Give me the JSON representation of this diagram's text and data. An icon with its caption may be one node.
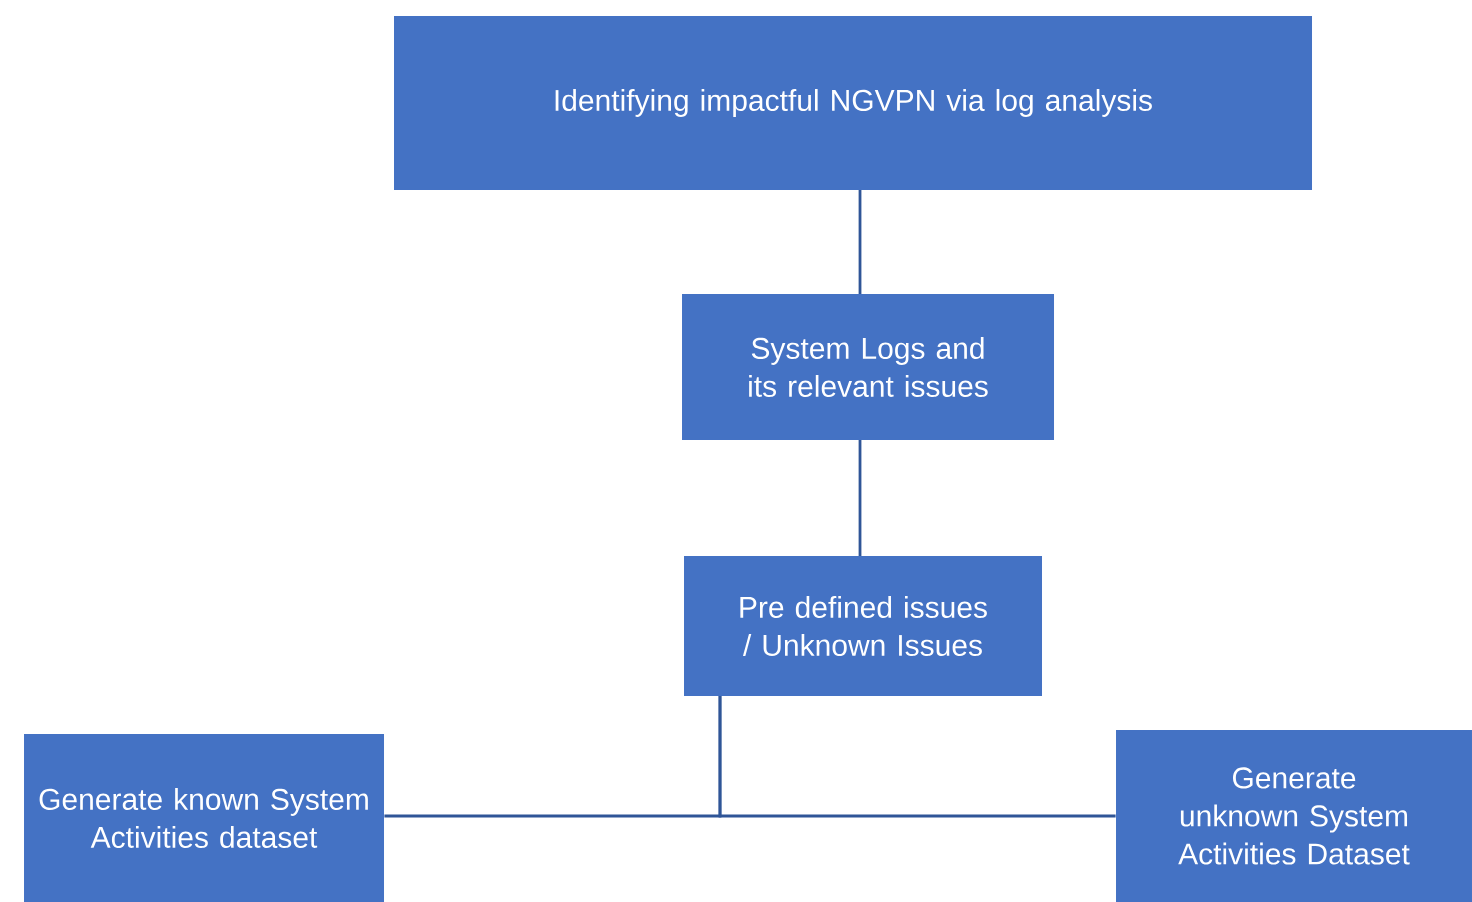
{
  "diagram": {
    "nodes": [
      {
        "text": [
          "Identifying impactful NGVPN via log analysis"
        ]
      },
      {
        "text": [
          "System Logs and its relevant issues"
        ]
      },
      {
        "text": [
          "Pre defined issues / Unknown Issues"
        ]
      },
      {
        "text": [
          "Generate known System Activities dataset"
        ]
      },
      {
        "text": [
          "Generate unknown System Activities Dataset"
        ]
      }
    ],
    "edges": [
      {
        "from": 0,
        "to": 1,
        "arrow": "none"
      },
      {
        "from": 1,
        "to": 2,
        "arrow": "none"
      },
      {
        "from": 2,
        "to": 3,
        "arrow": "none"
      },
      {
        "from": 2,
        "to": 4,
        "arrow": "none"
      }
    ]
  }
}
